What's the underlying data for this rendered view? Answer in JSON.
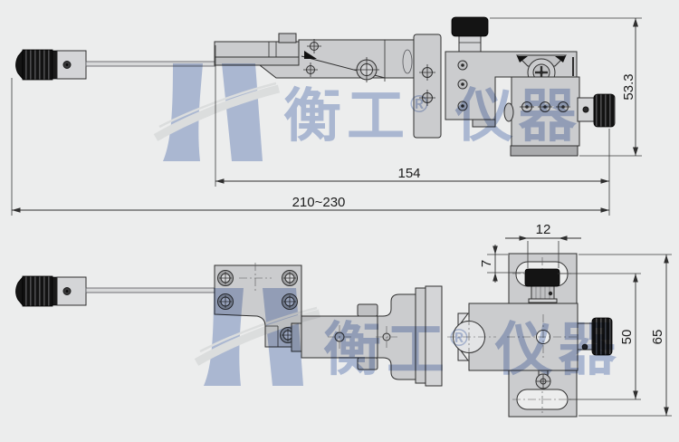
{
  "watermark": {
    "brand_part1": "衡工",
    "registered": "®",
    "brand_part2": " 仪器",
    "color": "#b4c2e0"
  },
  "side_view": {
    "dimensions": {
      "height_mm": "53.3",
      "body_length_mm": "154",
      "overall_length_mm": "210~230"
    }
  },
  "plan_view": {
    "dimensions": {
      "knob_width_mm": "12",
      "edge_offset_mm": "7",
      "hole_spacing_mm": "50",
      "plate_height_mm": "65"
    }
  },
  "colors": {
    "background": "#eceded",
    "line": "#2f2f2f",
    "metal_light": "#d4d5d7",
    "metal_mid": "#cbccce",
    "metal_dark": "#a9aaac",
    "knob_black": "#141414",
    "watermark_blue": "#b4c2e0"
  }
}
